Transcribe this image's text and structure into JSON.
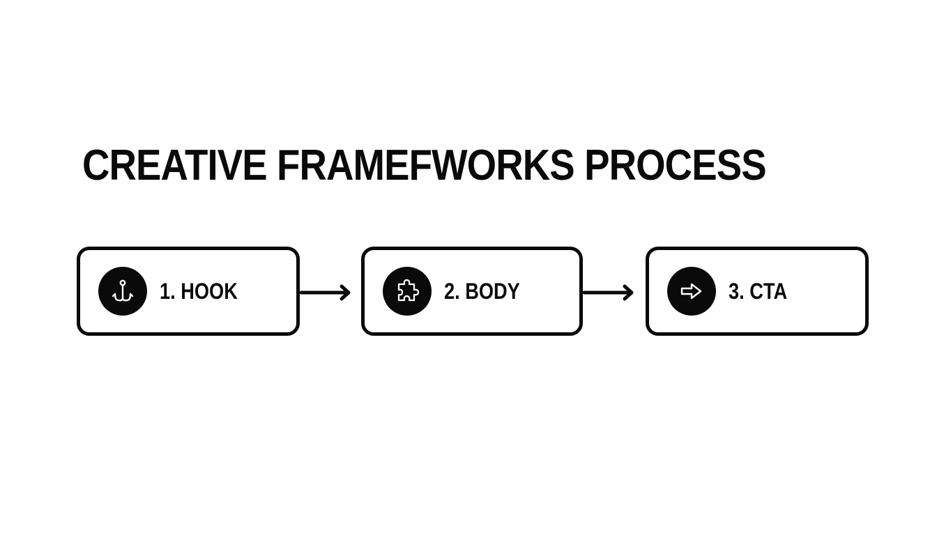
{
  "title": "CREATIVE FRAMEFWORKS PROCESS",
  "steps": [
    {
      "label": "1. HOOK",
      "icon": "hook-icon"
    },
    {
      "label": "2. BODY",
      "icon": "puzzle-icon"
    },
    {
      "label": "3. CTA",
      "icon": "arrow-right-icon"
    }
  ],
  "colors": {
    "foreground": "#0a0a0a",
    "background": "#ffffff"
  }
}
